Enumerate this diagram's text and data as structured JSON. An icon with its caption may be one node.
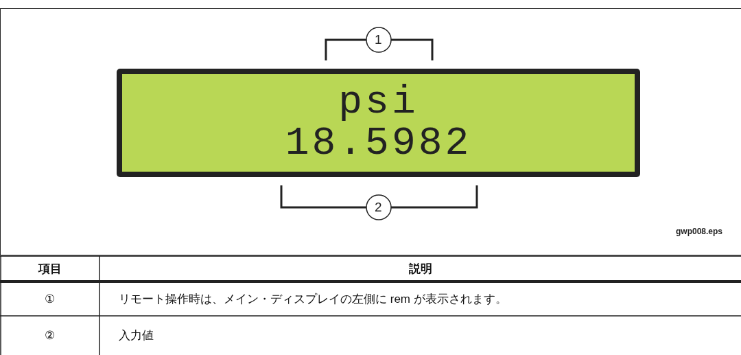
{
  "diagram": {
    "nodes": [
      {
        "text": [
          "psi",
          "18.5982"
        ]
      }
    ],
    "labels": [
      "1",
      "2",
      "gwp008.eps",
      "項目",
      "説明",
      "①",
      "リモート操作時は、メイン・ディスプレイの左側に rem が表示されます。",
      "②",
      "入力値"
    ]
  }
}
